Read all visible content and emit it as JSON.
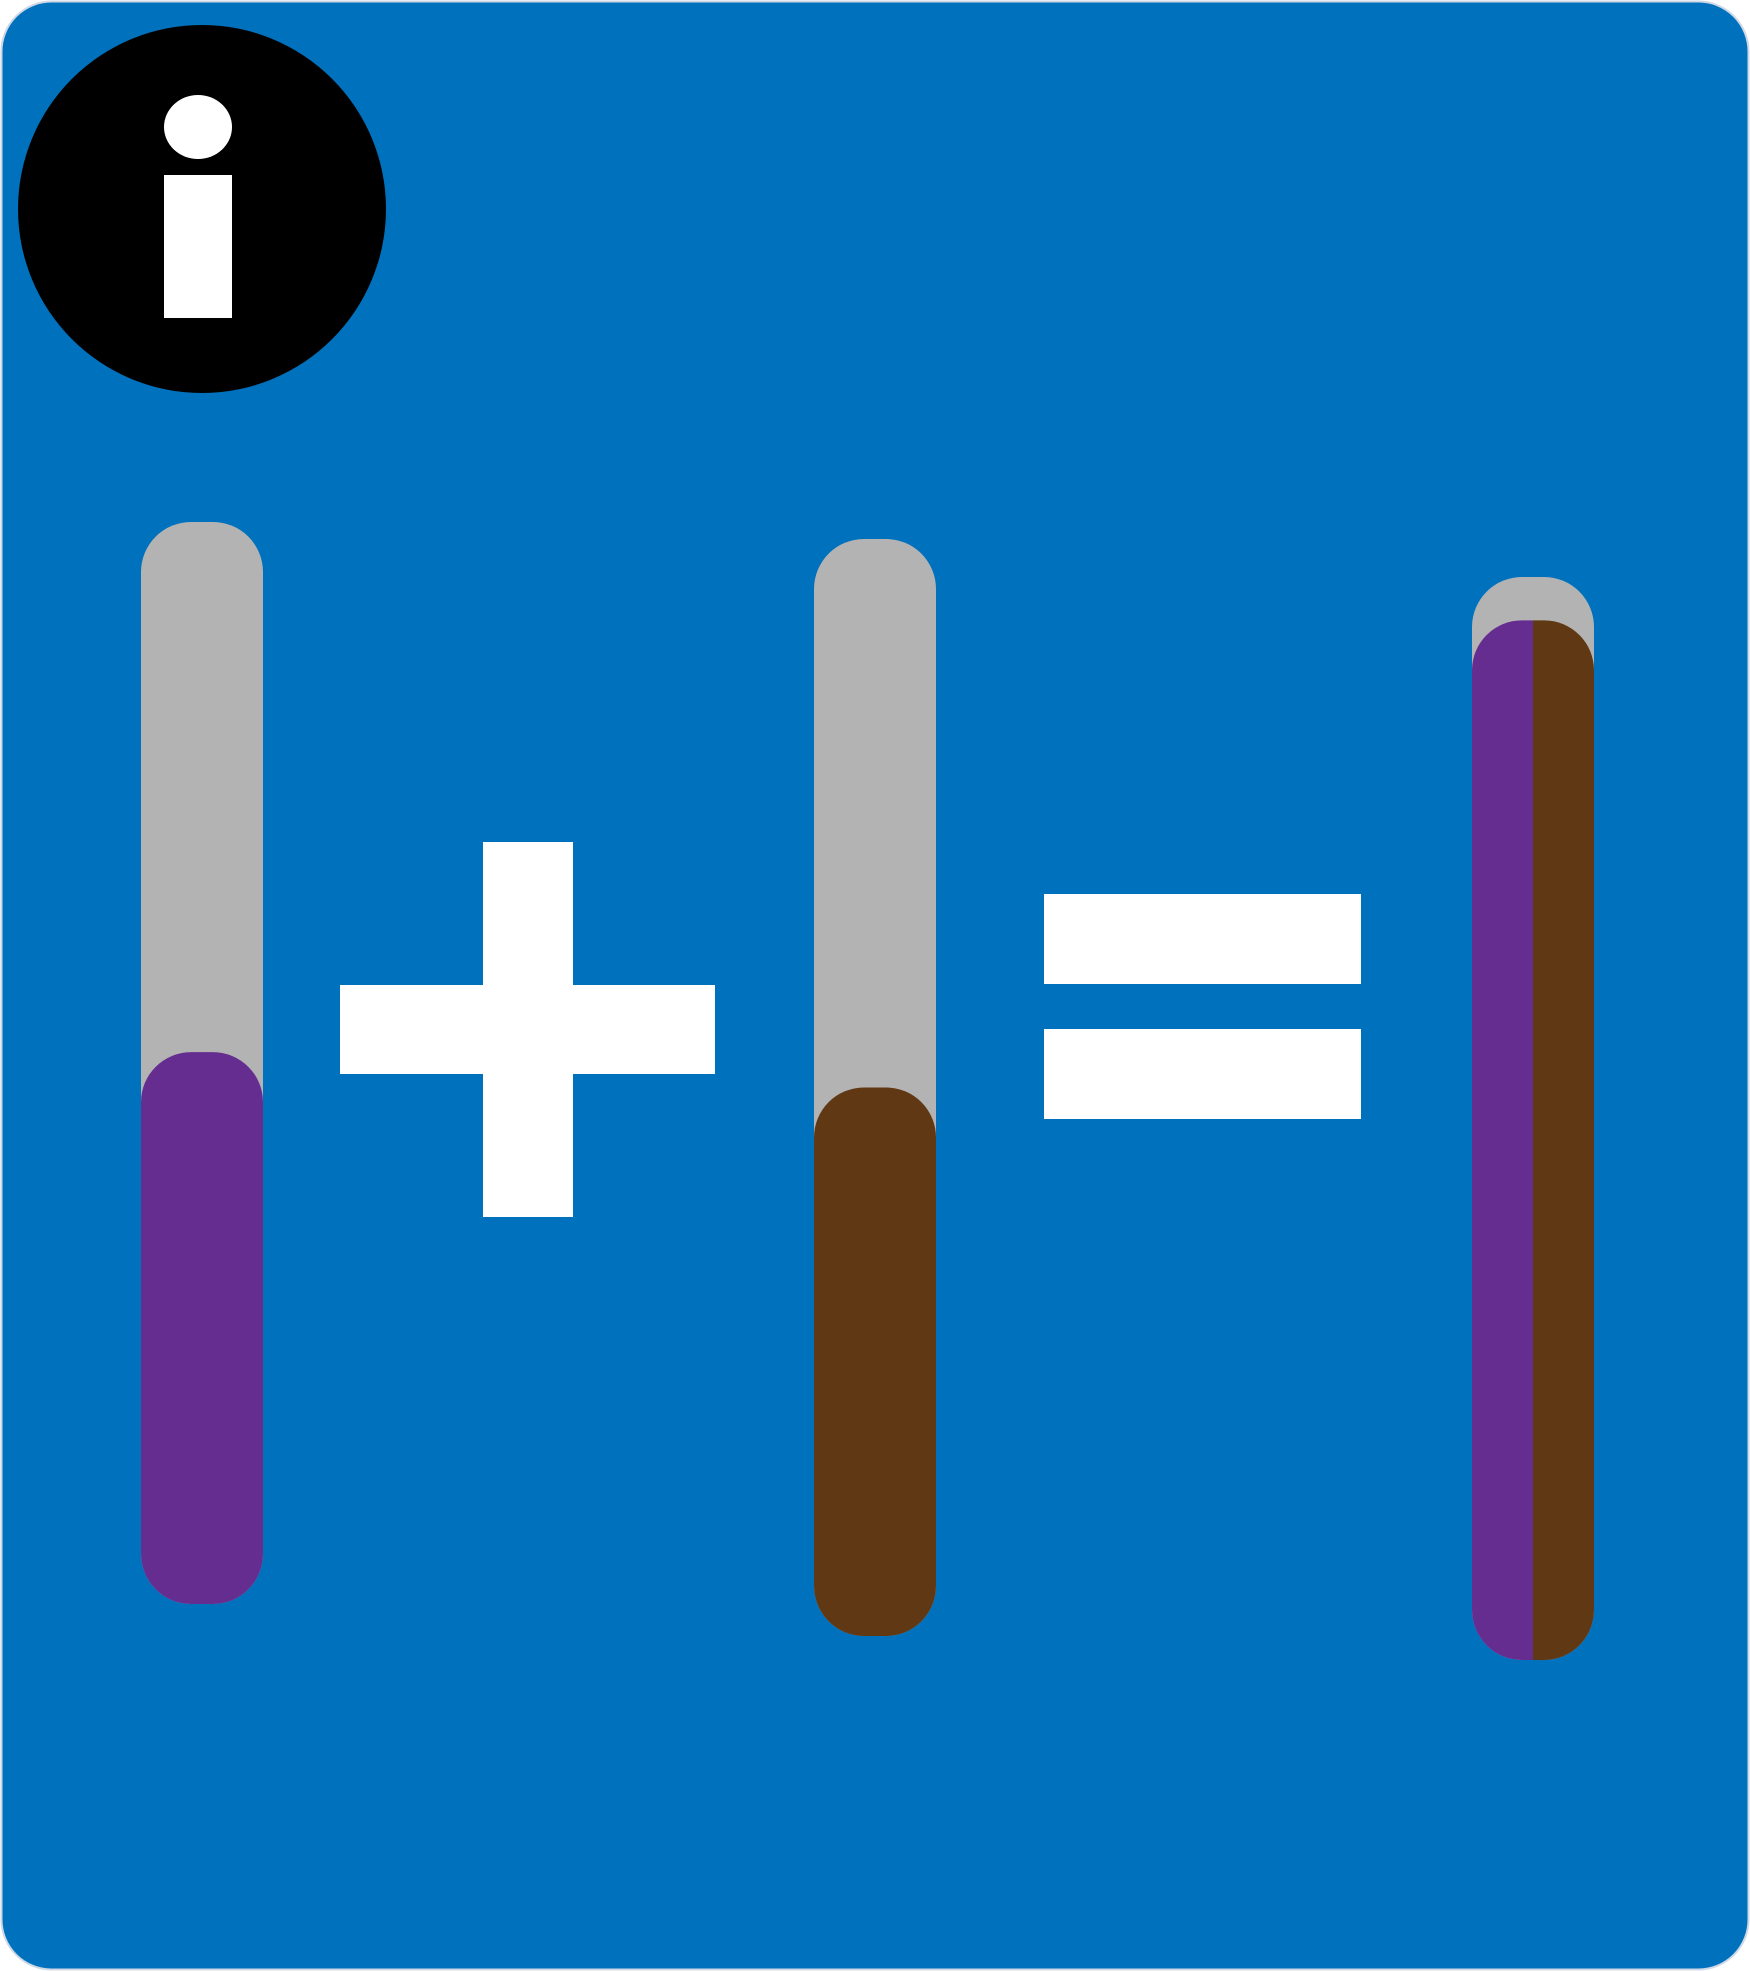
{
  "sign": {
    "background_color": "#0071BC",
    "info_icon": {
      "name": "info-icon",
      "circle_color": "#000000",
      "glyph_color": "#FFFFFF"
    },
    "operator_color": "#FFFFFF",
    "track_color": "#B3B3B3",
    "tube_1": {
      "name": "left-tube",
      "fill_color": "#662D91",
      "fill_fraction": 0.51
    },
    "plus_symbol": {
      "name": "plus-sign"
    },
    "tube_2": {
      "name": "middle-tube",
      "fill_color": "#603813",
      "fill_fraction": 0.5
    },
    "equals_symbol": {
      "name": "equals-sign"
    },
    "tube_3": {
      "name": "result-tube",
      "left_fill_color": "#662D91",
      "right_fill_color": "#603813",
      "fill_fraction": 0.96
    }
  }
}
